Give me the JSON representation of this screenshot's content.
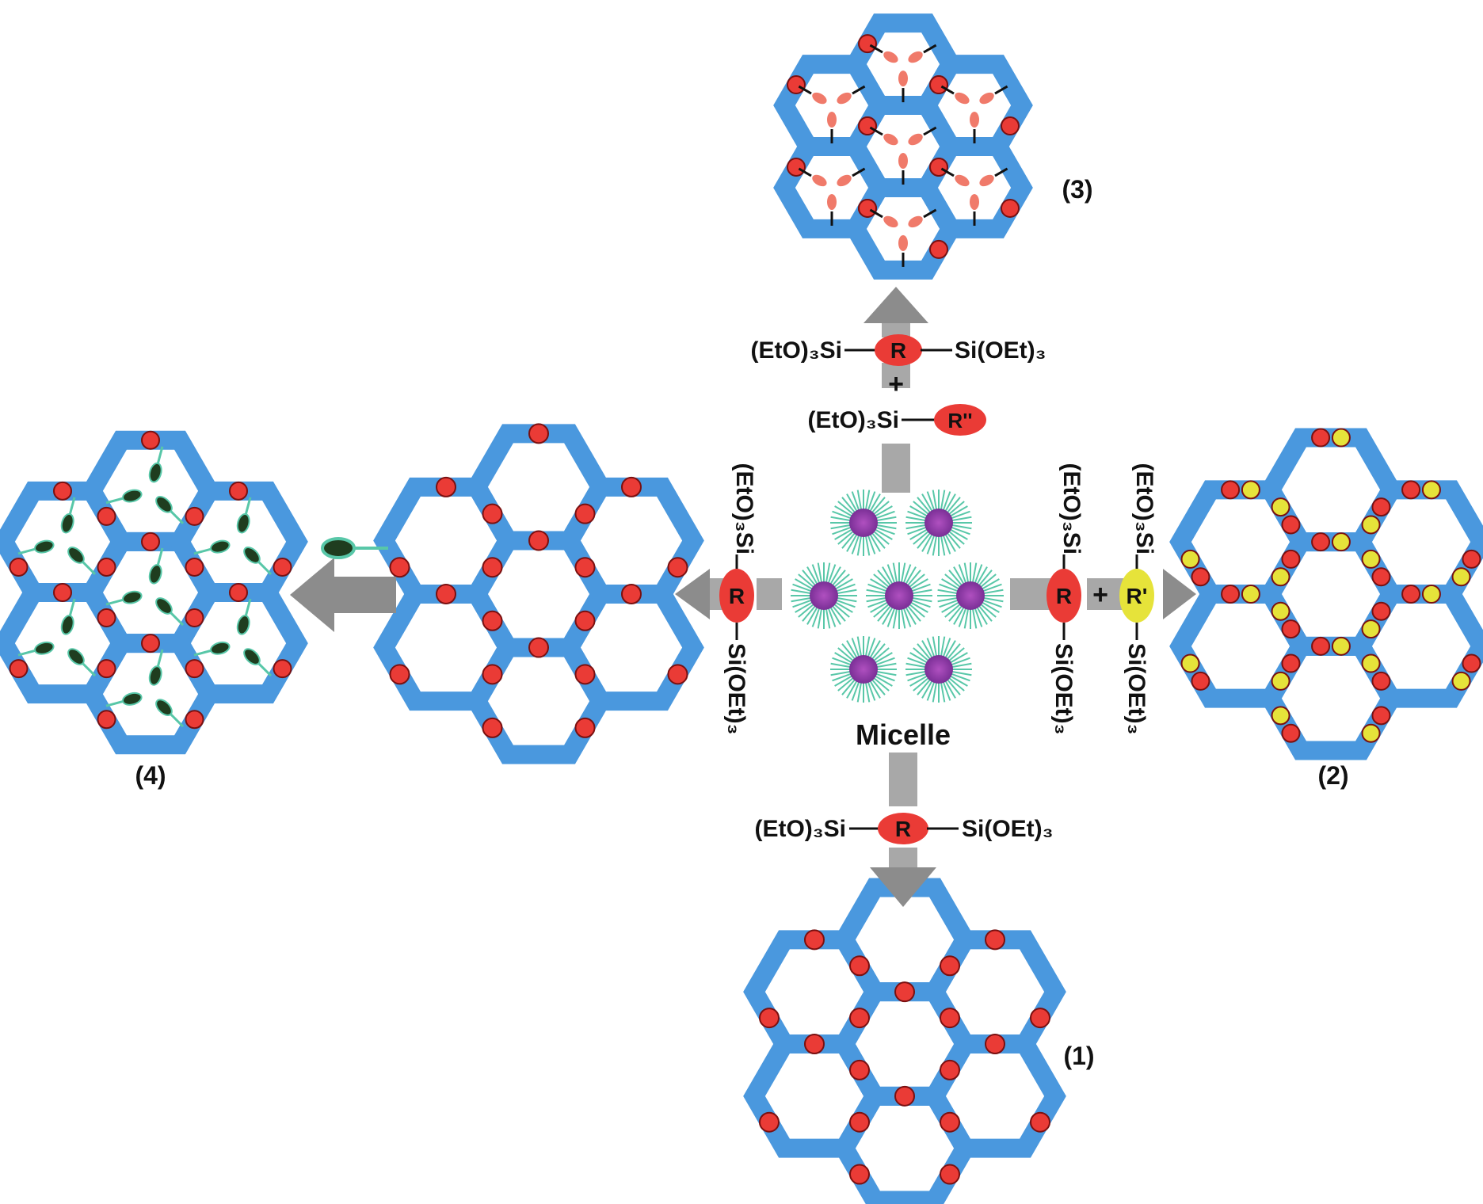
{
  "labels": {
    "micelle": "Micelle",
    "product_1": "(1)",
    "product_2": "(2)",
    "product_3": "(3)",
    "product_4": "(4)"
  },
  "precursors": {
    "bridged": {
      "left": "(EtO)₃Si",
      "core": "R",
      "right": "Si(OEt)₃"
    },
    "bridged_second": {
      "core": "R'"
    },
    "terminal": {
      "left": "(EtO)₃Si",
      "core": "R''"
    },
    "plus": "+"
  },
  "colors": {
    "framework": "#4a98de",
    "organic_bridge": "#ea3b36",
    "second_bridge": "#e6e33a",
    "micelle_core": "#9a3fae",
    "micelle_tail": "#58c7a8",
    "grafted_group": "#1f3d1f",
    "arrow": "#8c8c8c"
  }
}
